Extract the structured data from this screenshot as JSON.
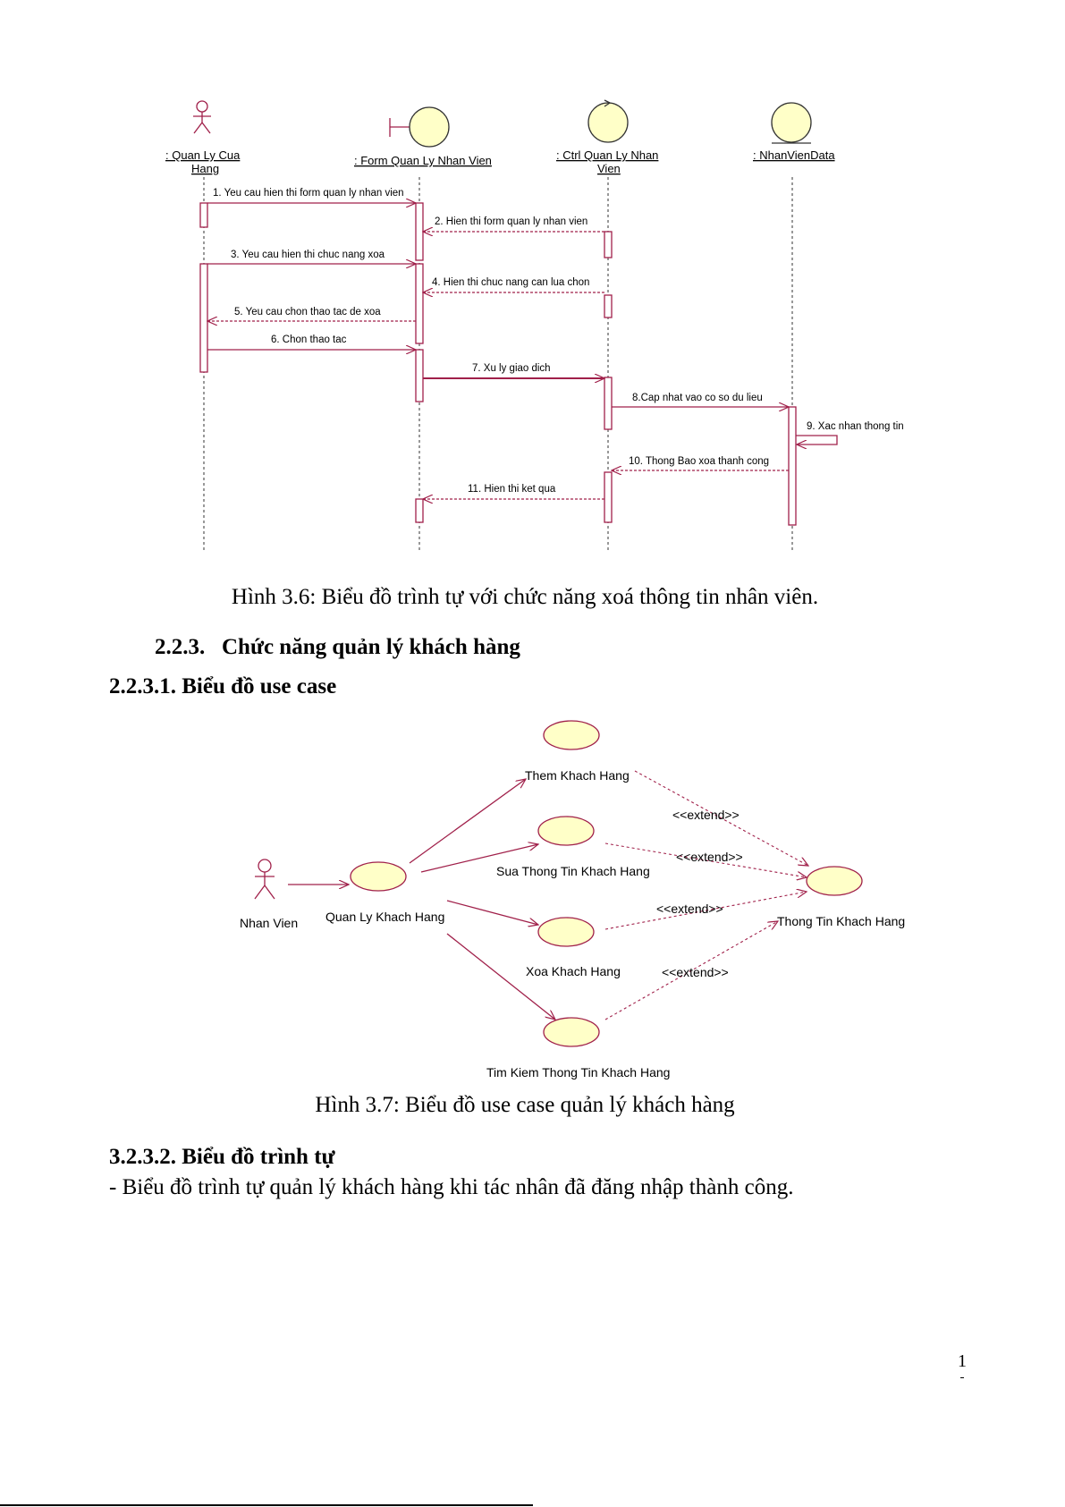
{
  "sequence_diagram": {
    "lifelines": [
      {
        "name": ": Quan Ly Cua",
        "name2": "Hang",
        "type": "actor"
      },
      {
        "name": ": Form Quan Ly Nhan Vien",
        "type": "boundary"
      },
      {
        "name": ": Ctrl Quan Ly Nhan",
        "name2": "Vien",
        "type": "control"
      },
      {
        "name": ": NhanVienData",
        "type": "entity"
      }
    ],
    "messages": [
      "1. Yeu cau hien thi form quan ly nhan vien",
      "2. Hien thi form quan ly nhan vien",
      "3. Yeu cau hien thi chuc nang xoa",
      "4. Hien thi chuc nang can lua chon",
      "5. Yeu cau chon thao tac de xoa",
      "6. Chon thao tac",
      "7. Xu ly giao dich",
      "8.Cap nhat vao co so du lieu",
      "9. Xac nhan thong tin",
      "10. Thong Bao xoa thanh cong",
      "11. Hien thi ket qua"
    ],
    "caption": "Hình 3.6: Biểu đồ trình tự với chức năng xoá thông tin nhân viên."
  },
  "headings": {
    "h223_num": "2.2.3.",
    "h223_title": "Chức năng quản lý khách hàng",
    "h2231": "2.2.3.1. Biểu đồ use case",
    "h3232": "3.2.3.2. Biểu đồ trình tự"
  },
  "usecase_diagram": {
    "actor": "Nhan Vien",
    "usecases": {
      "main": "Quan Ly Khach Hang",
      "them": "Them Khach Hang",
      "sua": "Sua Thong Tin Khach Hang",
      "xoa": "Xoa Khach Hang",
      "tim": "Tim Kiem Thong Tin Khach Hang",
      "thongtin": "Thong Tin Khach Hang"
    },
    "extend_label": "<<extend>>",
    "caption": "Hình 3.7: Biểu đồ use case quản lý khách hàng"
  },
  "paragraph": "- Biểu đồ trình tự quản lý khách hàng khi tác nhân đã đăng nhập thành công.",
  "page_number": "1",
  "colors": {
    "line": "#a0204a",
    "fill": "#ffffc8"
  }
}
